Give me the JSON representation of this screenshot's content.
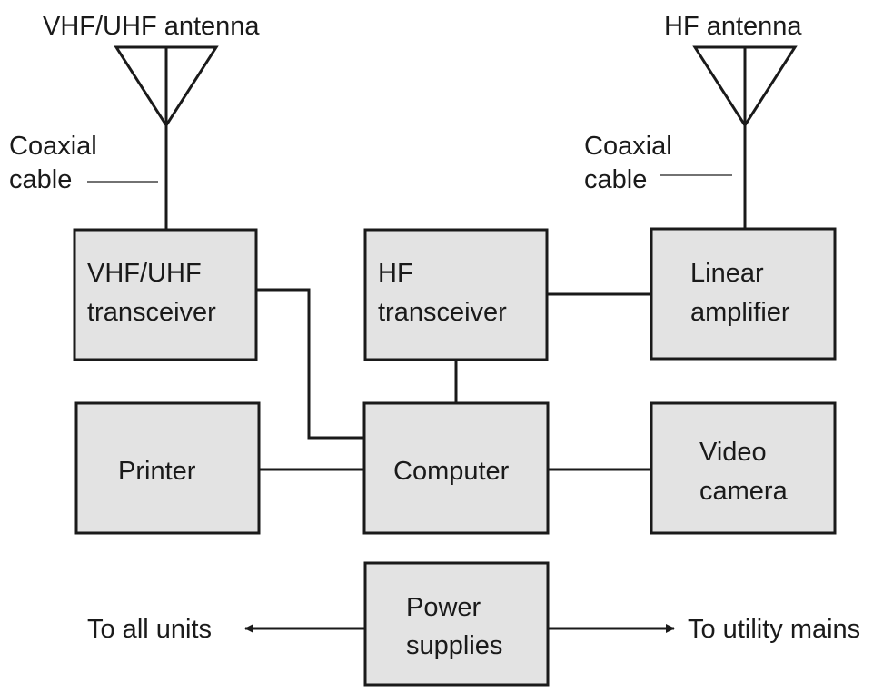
{
  "antennas": {
    "vhf_uhf": "VHF/UHF antenna",
    "hf": "HF antenna"
  },
  "cables": {
    "left": [
      "Coaxial",
      "cable"
    ],
    "right": [
      "Coaxial",
      "cable"
    ]
  },
  "boxes": {
    "vhf_uhf_transceiver": [
      "VHF/UHF",
      "transceiver"
    ],
    "hf_transceiver": [
      "HF",
      "transceiver"
    ],
    "linear_amplifier": [
      "Linear",
      "amplifier"
    ],
    "printer": [
      "Printer"
    ],
    "computer": [
      "Computer"
    ],
    "video_camera": [
      "Video",
      "camera"
    ],
    "power_supplies": [
      "Power",
      "supplies"
    ]
  },
  "arrows": {
    "left": "To all units",
    "right": "To utility mains"
  }
}
